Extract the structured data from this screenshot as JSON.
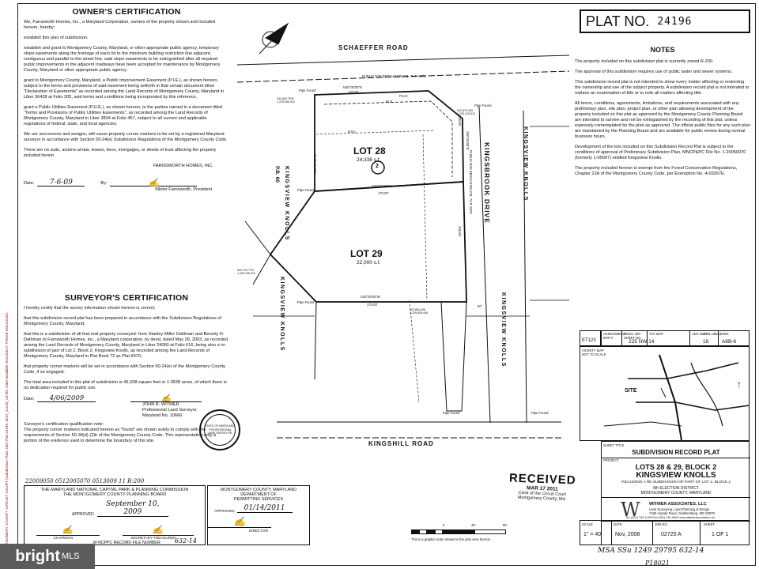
{
  "plat_number": {
    "label": "PLAT NO.",
    "value": "24196"
  },
  "side_stamp": "MONTGOMERY COUNTY CIRCUIT COURT (Subdivision Plats, MD) Plat 24196, MSA_s1249_23795. Date available 2011/03/17. Printed 05/22/2020.",
  "owners_certification": {
    "title": "OWNER'S CERTIFICATION",
    "paragraphs": [
      "We, Farnsworth Homes, Inc., a Maryland Corporation, owners of the property shown and included hereon, hereby:",
      "establish this plan of subdivision.",
      "establish and grant to Montgomery County, Maryland, or other appropriate public agency, temporary slope easements along the frontage of each lot to the minimum building restriction line adjacent, contiguous and parallel to the street line, said slope easements to be extinguished after all required public improvements in the adjacent roadways have been accepted for maintenance by Montgomery County, Maryland or other appropriate public agency.",
      "grant to Montgomery County, Maryland, a Public Improvement Easement (P.I.E.), as shown hereon, subject to the terms and provisions of said easement being setforth in that certain document titled \"Declaration of Easements\" as recorded among the Land Records of Montgomery County, Maryland in Liber 36428 at Folio 205, said terms and conditions being incorporated by this reference.",
      "grant a Public Utilities Easement (P.U.E.), as shown hereon, to the parties named in a document titled \"Terms and Provisions of Public Utilities Easements\", as recorded among the Land Records of Montgomery County, Maryland in Liber 3834 at Folio 457, subject to all current and applicable regulations of federal, state, and local agencies.",
      "We our successors and assigns, will cause property corner markers to be set by a registered Maryland surveyor in accordance with Section 50-24(e) Subdivision Regulations of the Montgomery County Code.",
      "There are no suits, actions-at-law, leases, liens, mortgages, or deeds of trust affecting the property included herein."
    ],
    "company": "FARNSWORTH HOMES, INC.",
    "date_label": "Date:",
    "date_value": "7-6-09",
    "by_label": "By:",
    "signer": "Minter Farnsworth, President"
  },
  "surveyors_certification": {
    "title": "SURVEYOR'S CERTIFICATION",
    "paragraphs": [
      "I hereby certify that the survey information shown hereon is correct;",
      "that this subdivision record plat has been prepared in accordance with the Subdivision Regulations of Montgomery County, Maryland;",
      "that this is a subdivision of all that real property conveyed: from Stanley Miller Dahlman and Beverly H. Dahlman to Farnsworth Homes, Inc., a Maryland corporation, by deed, dated May 28, 2003, as recorded among the Land Records of Montgomery County, Maryland in Liber 24060 at Folio 616, being also a re-subdivision of part of Lot 2, Block 2, Kingsview Knolls, as recorded among the Land Records of Montgomery County, Maryland in Plat Book 72 as Plat 6970;",
      "that property corner markers will be set in accordance with Section 50-24(e) of the Montgomery County Code, if so engaged;",
      "The total area included in this plat of subdivision is 46,338 square feet or 1.0638 acres, of which there is no dedication required for public use."
    ],
    "date_label": "Date:",
    "date_value": "4/06/2009",
    "signer": "JOHN R. WITMER",
    "signer_title": "Professional Land Surveyor",
    "license": "Maryland No. 10666",
    "seal_text": "STATE OF MARYLAND · PROFESSIONAL LAND SURVEYOR",
    "qualification_title": "Surveyor's certification qualification note:",
    "qualification_text": "The property corner markers indicated hereon as \"found\" are shown solely to comply with the requirements of Section 50-36(d) (2)h of the Montgomery County Code. This representation only a portion of the evidence used to determine the boundary of this site."
  },
  "recording_code": "22009050 0512005070 0513009 11 R-200",
  "mncppc": {
    "line1": "THE MARYLAND NATIONAL CAPITAL PARK & PLANNING COMMISSION",
    "line2": "THE MONTGOMERY COUNTY PLANNING BOARD",
    "approved_label": "APPROVED",
    "approved_date": "September 10, 2009",
    "chairman": "CHAIRMAN",
    "secretary": "SECRETARY-TREASURER",
    "mncppc_label": "M-NCPPC RECORD FILE NUMBER:",
    "file_number": "632-14"
  },
  "permitting": {
    "line1": "MONTGOMERY COUNTY, MARYLAND",
    "line2": "DEPARTMENT OF",
    "line3": "PERMITTING SERVICES",
    "approved_label": "APPROVED",
    "approved_date": "01/14/2011",
    "director": "DIRECTOR"
  },
  "received_stamp": {
    "title": "RECEIVED",
    "date": "MAR 17 2011",
    "line1": "Clerk of the Circuit Court",
    "line2": "Montgomery County, Md."
  },
  "scale_bar": {
    "labels": [
      "0",
      "40'",
      "80'"
    ],
    "caption": "This is a graphic scale related to the plan view hereon."
  },
  "notes": {
    "title": "NOTES",
    "items": [
      "The property included on this subdivision plat is currently zoned R-200.",
      "The approval of this subdivision requires use of public water and sewer systems.",
      "This subdivision record plat is not intended to show every matter affecting or restricting the ownership and use of the subject property. A subdivision record plat is not intended to replace an examination of title or to note all matters affecting title.",
      "All terms, conditions, agreements, limitations, and requirements associated with any preliminary plan, site plan, project plan, or other plan allowing development of the property included on this plat as approved by the Montgomery County Planning Board are intended to survive and not be extinguished by the recording of this plat, unless expressly contemplated by the plan as approved. The official public files for any such plan are maintained by the Planning Board and are available for public review during normal business hours.",
      "Development of the lots included on this Subdivision Record Plat is subject to the conditions of approval of Preliminary Subdivision Plan, MNCP&PC File No. 1-20050070 (formerly 1-05007) entitled Kingsview Knolls.",
      "The property included hereon is exempt from the Forest Conservation Regulations, Chapter 22A of the Montgomery County Code, per Exemption No. 4-03267E."
    ]
  },
  "info_table": {
    "headers": [
      "ASSESSMENT MAP #",
      "WSSC 200 SHEET NO.",
      "TAX MAP",
      "ADC MAP",
      "GRID"
    ],
    "values": [
      "ET123",
      "225 NW 14",
      "",
      "18",
      "A8B-6"
    ],
    "adc_edition": "2005 edition"
  },
  "vicinity_map": {
    "title": "VICINITY MAP",
    "scale": "NOT TO SCALE",
    "site_label": "SITE"
  },
  "title_block": {
    "sheet_title_label": "SHEET TITLE",
    "record_type": "SUBDIVISION RECORD PLAT",
    "project_label": "PROJECT",
    "lots": "LOTS 28 & 29, BLOCK 2",
    "name": "KINGSVIEW KNOLLS",
    "resub": "INCLUDING A RE-SUBDIVISION OF PART OF LOT 2, BLOCK 2",
    "district": "6th ELECTION DISTRICT",
    "county": "MONTGOMERY COUNTY, MARYLAND",
    "firm": "WITMER ASSOCIATES, LLC",
    "firm_sub": "Land Surveying, Land Planning & Design",
    "firm_address": "7426 Airpark Road, Gaithersburg, MD 20879",
    "firm_phone": "Tel: (301) 740-1409 Fax:(301) 740-0500 www.witmerassociates.net",
    "scale_label": "SCALE",
    "scale": "1\" = 40'",
    "date_label": "DATE",
    "date": "Nov, 2008",
    "job_label": "JOB NO.",
    "job": "02725 A",
    "sheet_label": "SHEET",
    "sheet": "1 OF 1"
  },
  "handwritten_bottom": "MSA SSu 1249 29795  632-14",
  "handwritten_bottom2": "P18021",
  "plan": {
    "road_top": "SCHAEFFER ROAD",
    "road_bottom": "KINGSHILL ROAD",
    "road_right": "KINGSBROOK DRIVE",
    "dedication_top": "PUBLIC R/W DEDICATION P.B. 72 P. 6970",
    "dedication_right": "PUBLIC R/W DEDICATION P.B. 72 P. 6970",
    "lot28": {
      "label": "LOT 28",
      "area": "24,338 s.f."
    },
    "lot29": {
      "label": "LOT 29",
      "area": "22,000 s.f."
    },
    "block_number": "2",
    "bearing_top": "N30°00'00\"E",
    "dist_top": "145.00'",
    "bearing_mid": "S30°00'00\"W",
    "dist_mid": "170.00'",
    "bearing_bottom": "S30°00'00\"W",
    "dist_bottom": "170.00'",
    "bearing_left": "N60°00'00\"W",
    "bearing_right": "S60°00'00\"E",
    "dist_right1": "120.00'",
    "dist_right2": "230.00'",
    "label_pie": "P.I.E.",
    "label_pue": "P.U.E.",
    "label_brl": "B.R.L.",
    "pipe_found": "Pipe Found",
    "adjacent_left": "KINGSVIEW KNOLLS",
    "adjacent_left2": "KINGSVIEW KNOLLS",
    "adjacent_right": "KINGSVIEW KNOLLS",
    "adjacent_right2": "KINGSVIEW KNOLLS",
    "plat_ref": "P.B. 60",
    "coord1": "542,884.TRN 1,229,065.012",
    "coord2": "542,722.7TN 1,229,126.312",
    "coord3": "542,864.406 1,229,838.448",
    "coord4": "542,875.409 1,229,315.012",
    "dist_60": "60'"
  }
}
